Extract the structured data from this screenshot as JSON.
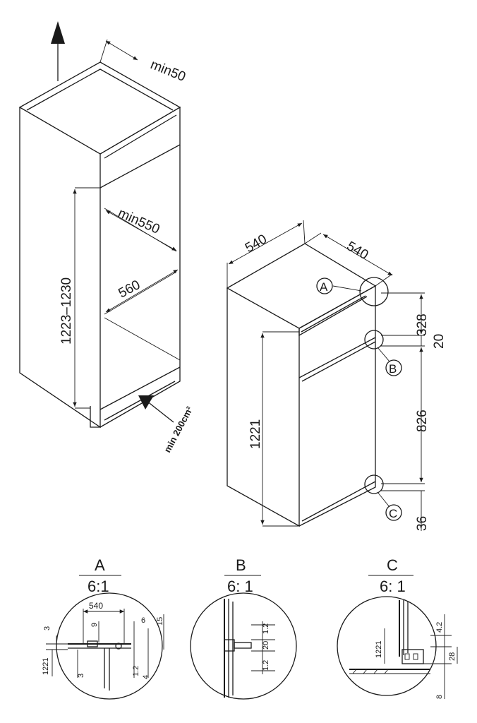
{
  "niche": {
    "top_gap": "min50",
    "depth": "min550",
    "width": "560",
    "height": "1223–1230",
    "vent_area": "min 200cm²"
  },
  "appliance": {
    "width": "540",
    "depth": "540",
    "height": "1221",
    "dim_top": "328",
    "dim_gap": "20",
    "dim_mid": "826",
    "dim_bottom": "36",
    "marker_a": "A",
    "marker_b": "B",
    "marker_c": "C"
  },
  "details": [
    {
      "letter": "A",
      "scale": "6:1",
      "labels": [
        "540",
        "3",
        "9",
        "6",
        "15",
        "1221",
        "3",
        "1.2",
        "4"
      ]
    },
    {
      "letter": "B",
      "scale": "6: 1",
      "labels": [
        "1.2",
        "20",
        "1.2"
      ]
    },
    {
      "letter": "C",
      "scale": "6: 1",
      "labels": [
        "1221",
        "4.2",
        "28",
        "8"
      ]
    }
  ]
}
